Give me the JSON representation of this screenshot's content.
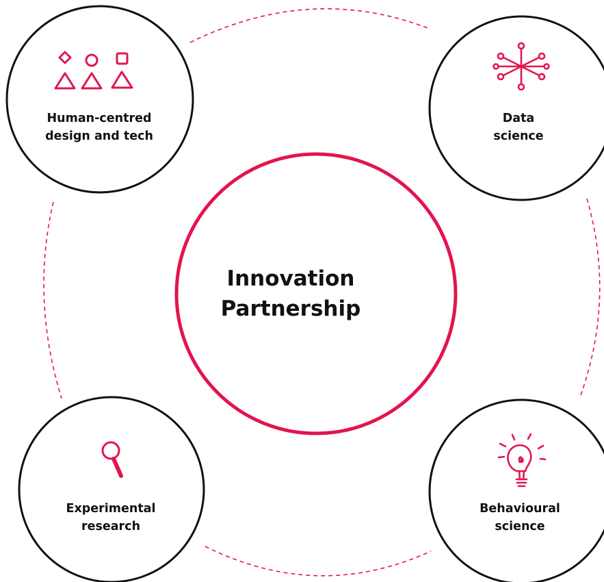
{
  "colors": {
    "accent": "#e2154e",
    "outline": "#111111",
    "background": "#ffffff"
  },
  "center": {
    "title_line1": "Innovation",
    "title_line2": "Partnership"
  },
  "nodes": [
    {
      "id": "top-left",
      "icon": "shapes-icon",
      "line1": "Human-centred",
      "line2": "design and tech"
    },
    {
      "id": "top-right",
      "icon": "network-icon",
      "line1": "Data",
      "line2": "science"
    },
    {
      "id": "bottom-left",
      "icon": "magnifying-glass-icon",
      "line1": "Experimental",
      "line2": "research"
    },
    {
      "id": "bottom-right",
      "icon": "lightbulb-icon",
      "line1": "Behavioural",
      "line2": "science"
    }
  ]
}
